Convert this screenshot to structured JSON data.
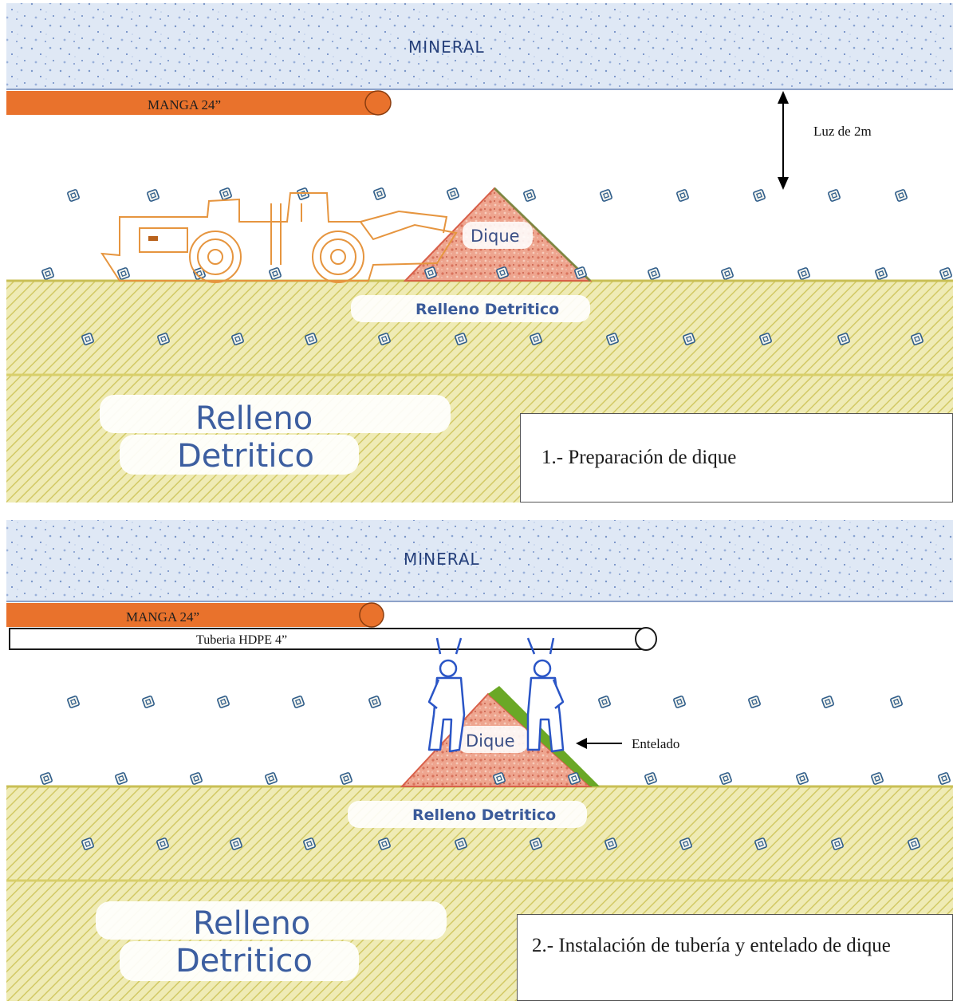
{
  "panel_1": {
    "mineral_label": "MINERAL",
    "manga_label": "MANGA 24”",
    "clearance_label": "Luz de 2m",
    "dike_label": "Dique",
    "fill_label_small": "Relleno Detritico",
    "fill_label_large_line1": "Relleno",
    "fill_label_large_line2": "Detritico",
    "caption": "1.- Preparación de dique"
  },
  "panel_2": {
    "mineral_label": "MINERAL",
    "manga_label": "MANGA 24”",
    "pipe_label": "Tuberia HDPE 4”",
    "dike_label": "Dique",
    "liner_label": "Entelado",
    "fill_label_small": "Relleno Detritico",
    "fill_label_large_line1": "Relleno",
    "fill_label_large_line2": "Detritico",
    "caption": "2.- Instalación de tubería y entelado de dique"
  },
  "colors": {
    "mineral": "#d9e4f3",
    "manga": "#e9722c",
    "fill": "#eeeab0",
    "fill_hatch": "#cfc660",
    "dike": "#eba18c",
    "liner": "#6aa826",
    "loader": "#e6953f",
    "worker": "#2a55c6"
  },
  "icons": [
    "rock-chip-icon",
    "loader-icon",
    "worker-icon",
    "arrow-icon"
  ]
}
